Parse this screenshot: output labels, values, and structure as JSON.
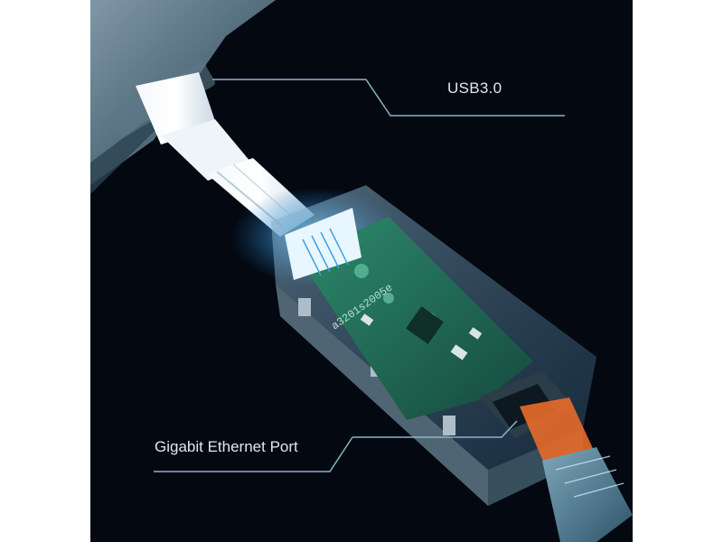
{
  "product_image": {
    "callouts": {
      "usb": "USB3.0",
      "ethernet": "Gigabit Ethernet Port"
    },
    "board_marking": "a3201s2005e",
    "colors": {
      "background": "#030811",
      "glow": "#2fa8e8",
      "pcb": "#1f6a55",
      "leader_line": "#8ab4c8"
    }
  }
}
